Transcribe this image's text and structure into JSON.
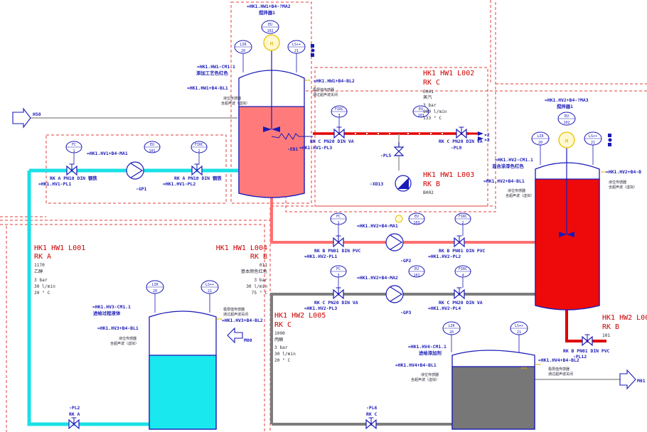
{
  "colors": {
    "water": "#19e0e6",
    "pipe_red": "#ff6f6f",
    "pipe_hot": "#e00000",
    "pipe_gray": "#7c7c7c",
    "frame_red": "#e33c3c",
    "text_blue": "#1a1ab8",
    "text_red": "#cc0000",
    "tank1_fill": "#ff7b7b",
    "tank2_fill": "#ee0a0a",
    "tank3_fill": "#19e8ee",
    "tank4_fill": "#777777",
    "motor_yellow": "#e8c200"
  },
  "icons": [
    "valve-icon",
    "pump-icon",
    "motor-icon",
    "agitator-icon",
    "arrow-icon",
    "control-valve-icon",
    "spray-icon"
  ],
  "flows": {
    "h50": "H50",
    "m00": "M00",
    "m01": "M01"
  },
  "tanks": {
    "t1": {
      "agitator_tag": "=HK1.HW1+B4-?MA2",
      "agitator_name": "搅拌器1",
      "cm_tag": "=HK1.HW1-CM1.1",
      "cm_name": "添加工艺色红色",
      "bl_tag": "=HK1.HW1+B4-BL1",
      "bl2_tag": "=HK1.HW1+B4-BL2",
      "note_a1": "液位传感器",
      "note_a2": "含超声波（虚拟）",
      "note_b1": "极限值传感器",
      "note_b2": "通过超声波关闭",
      "heater_tag": "-EB1"
    },
    "t2": {
      "agitator_tag": "=HK1.HV2+B4-?MA3",
      "agitator_name": "搅拌器1",
      "cm_tag": "=HK1.HV2-CM1.1",
      "cm_name": "混合涂漆色红色",
      "bl_tag": "=HK1.HV2+B4-BL1",
      "bl2_tag": "=HK1.HV2+B4-B",
      "note_a1": "液位传感器",
      "note_a2": "含超声波（虚拟）"
    },
    "t3": {
      "cm_tag": "=HK1.HV3-CM1.1",
      "cm_name": "进给过程液体",
      "bl_tag": "=HK1.HV3+B4-BL1",
      "bl2_tag": "=HK1.HV3+B4-BL2",
      "note_a1": "液位传感器",
      "note_a2": "含超声波（虚拟）",
      "note_b1": "极限值传感器",
      "note_b2": "通过超声波关闭"
    },
    "t4": {
      "cm_tag": "=HK1.HV4-CM1.1",
      "cm_name": "进给添加剂",
      "bl_tag": "=HK1.HV4+B4-BL1",
      "bl2_tag": "=HK1.HV4+B4-BL2",
      "note_a1": "液位传感器",
      "note_a2": "含超声波（虚拟）",
      "note_b1": "极限值传感器",
      "note_b2": "通过超声波关闭"
    }
  },
  "bubbles": {
    "lir": "LIR",
    "ls": "LS++",
    "eu": "EU",
    "fc": "FC",
    "fir": "FIRC",
    "n1": "1",
    "n2": "2",
    "n3": "3",
    "n4": "4",
    "n20": "20",
    "n21": "21",
    "n101": "101",
    "n102": "102",
    "n103": "103"
  },
  "lines": {
    "l001": {
      "header": "HK1 HW1 L001",
      "rk": "RK A",
      "code": "1170",
      "name": "乙醇",
      "pressure": "3 bar",
      "flow": "30 l/min",
      "temp": "20 ° C"
    },
    "l002": {
      "header": "HK1 HW1 L002",
      "rk": "RK C",
      "code": "E001",
      "name": "蒸汽",
      "pressure": "3 bar",
      "flow": "900 l/min",
      "temp": "133 ° C"
    },
    "l003": {
      "header": "HK1 HW1 L003",
      "rk": "RK B",
      "code": "B002"
    },
    "l004": {
      "header": "HK1 HW1 L004",
      "rk": "RK B",
      "code": "011",
      "name": "基本颜色红色",
      "pressure": "3 bar",
      "flow": "30 l/min",
      "temp": "75 ° C"
    },
    "l005": {
      "header": "HK1 HW2 L005",
      "rk": "RK C",
      "code": "1090",
      "name": "丙酮",
      "pressure": "3 bar",
      "flow": "30 l/min",
      "temp": "20 ° C"
    },
    "l00x": {
      "header": "HK1 HW2 L00",
      "rk": "RK B",
      "code": "101"
    }
  },
  "equipment": {
    "ma1": "=HK1.HV1+B4-MA1",
    "gp1": "-GP1",
    "pl1_spec": "RK A PN10 DIN 钢铁",
    "pl1_tag": "=HK1.HV1-PL1",
    "pl2_spec": "RK A PN10 DIN 钢铁",
    "pl2_tag": "=HK1.HV1-PL2",
    "pl3_spec": "RK C PN20 DIN VA",
    "pl3_tag": "=HK1.HV1-PL3",
    "pl5": "-PL5",
    "pl9_spec": "RK C PN20 DIN VA",
    "pl9_tag": "-PL9",
    "xd13": "-XD13",
    "ma1_2": "=HK1.HV2+B4-MA1",
    "gp2": "-GP2",
    "v2pl1_spec": "RK B PN01 DIN PVC",
    "v2pl1_tag": "=HK1.HV2-PL1",
    "v2pl2_spec": "RK B PN01 DIN PVC",
    "v2pl2_tag": "=HK1.HV2-PL2",
    "ma2_2": "=HK1.HV2+B4-MA2",
    "gp3": "-GP3",
    "v2pl3_spec": "RK C PN20 DIN VA",
    "v2pl3_tag": "=HK1.HV2-PL3",
    "v2pl4_spec": "RK C PN20 DIN VA",
    "v2pl4_tag": "=HK1.HV2-PL4",
    "pl12_spec": "RK B PN01 DIN PVC",
    "pl12_tag": "-PL12",
    "pl2b_tag": "-PL2",
    "pl2b_rk": "RK A",
    "pl6_tag": "-PL6",
    "pl6_rk": "RK C",
    "side_x": "×2",
    "side_y": "×3",
    "sign_a": "≈≈",
    "sign_b": "♨"
  }
}
